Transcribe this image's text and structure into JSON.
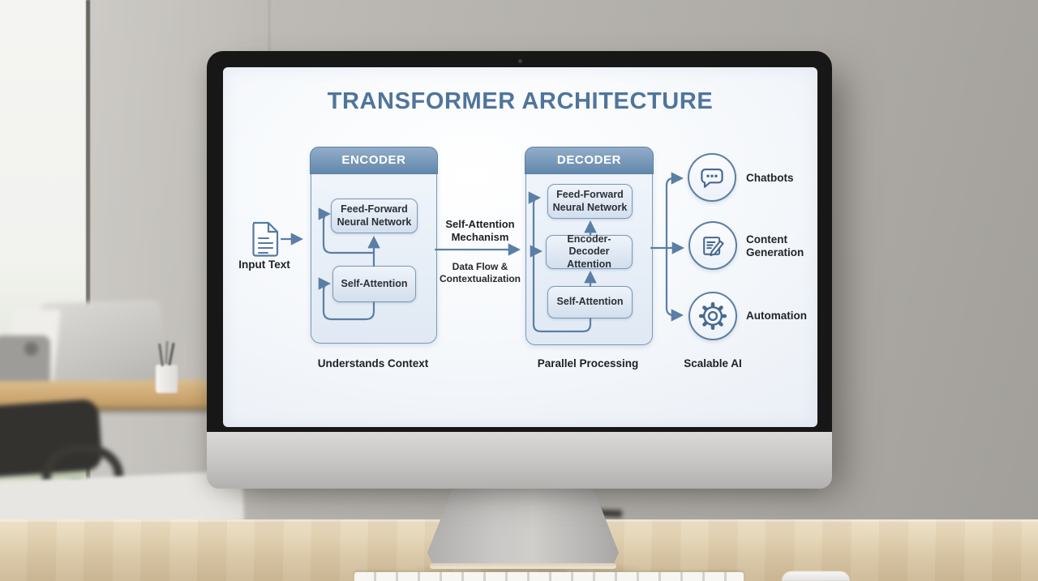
{
  "screen": {
    "title": "TRANSFORMER ARCHITECTURE",
    "input": {
      "icon": "document-icon",
      "label": "Input Text"
    },
    "encoder": {
      "header": "ENCODER",
      "boxes": [
        "Feed-Forward Neural Network",
        "Self-Attention"
      ],
      "caption": "Understands Context"
    },
    "middle": {
      "title": "Self-Attention Mechanism",
      "subtitle": "Data Flow & Contextualization"
    },
    "decoder": {
      "header": "DECODER",
      "boxes": [
        "Feed-Forward Neural Network",
        "Encoder-Decoder Attention",
        "Self-Attention"
      ],
      "caption": "Parallel Processing"
    },
    "outputs": {
      "items": [
        {
          "icon": "chat-bubble-icon",
          "label": "Chatbots"
        },
        {
          "icon": "edit-note-icon",
          "label": "Content Generation"
        },
        {
          "icon": "gear-icon",
          "label": "Automation"
        }
      ],
      "caption": "Scalable AI"
    },
    "colors": {
      "title": "#50759b",
      "arrow": "#5b7ea6",
      "box_border": "#7d98b6",
      "header_gradient_top": "#93adc9",
      "header_gradient_bottom": "#6288ac",
      "box_fill_top": "#eff4fa",
      "box_fill_bottom": "#d3dfee",
      "label_text": "#1d2124"
    }
  }
}
